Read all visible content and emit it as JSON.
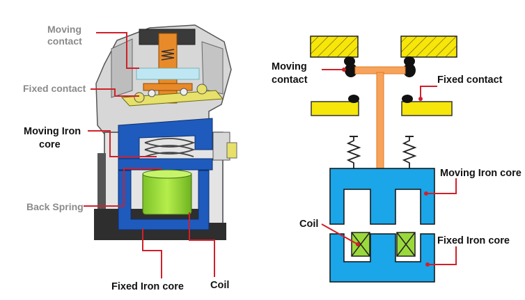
{
  "left_labels": {
    "moving_contact_1": "Moving",
    "moving_contact_2": "contact",
    "fixed_contact": "Fixed contact",
    "moving_iron_core_1": "Moving Iron",
    "moving_iron_core_2": "core",
    "back_spring": "Back Spring",
    "fixed_iron_core": "Fixed Iron core",
    "coil": "Coil"
  },
  "right_labels": {
    "moving_contact_1": "Moving",
    "moving_contact_2": "contact",
    "fixed_contact": "Fixed contact",
    "moving_iron_core": "Moving Iron core",
    "coil": "Coil",
    "fixed_iron_core": "Fixed Iron core"
  },
  "colors": {
    "leader": "#d0202a",
    "gray_label": "#8a8a8a",
    "dark_label": "#111111",
    "iron_blue": "#1aa6e8",
    "contact_yellow": "#f6e60a",
    "bar_orange": "#f7a35c",
    "coil_green": "#9ad93c"
  }
}
